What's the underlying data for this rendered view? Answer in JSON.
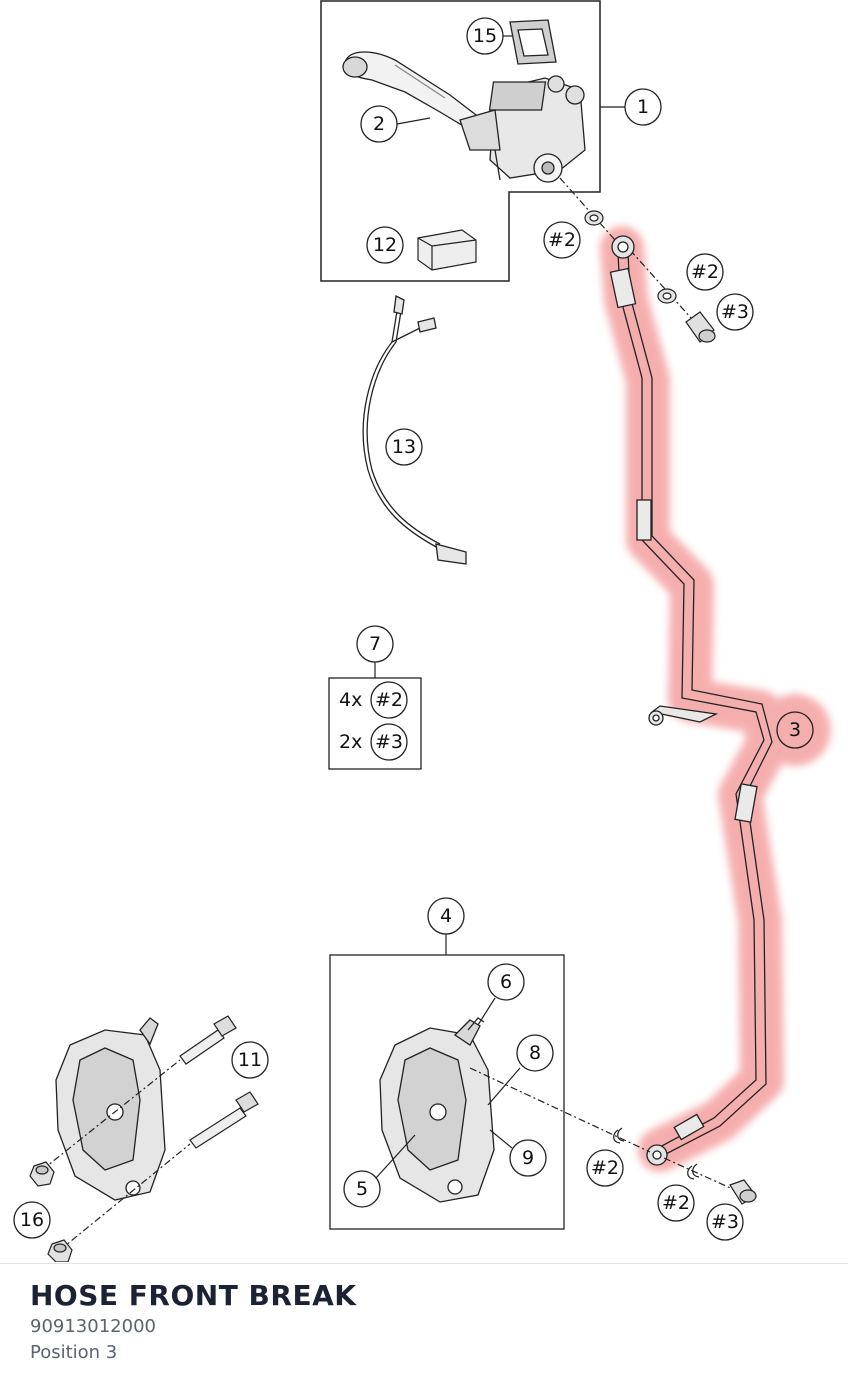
{
  "part": {
    "title": "HOSE FRONT BREAK",
    "number": "90913012000",
    "position_label": "Position 3"
  },
  "callouts": {
    "c1": "1",
    "c2": "2",
    "c3": "3",
    "c4": "4",
    "c5": "5",
    "c6": "6",
    "c7": "7",
    "c8": "8",
    "c9": "9",
    "c11": "11",
    "c12": "12",
    "c13": "13",
    "c15": "15",
    "c16": "16",
    "ref2": "#2",
    "ref3": "#3"
  },
  "kit": {
    "qty_a": "4x",
    "ref_a": "#2",
    "qty_b": "2x",
    "ref_b": "#3"
  },
  "colors": {
    "highlight": "#f08080",
    "line": "#222222"
  }
}
